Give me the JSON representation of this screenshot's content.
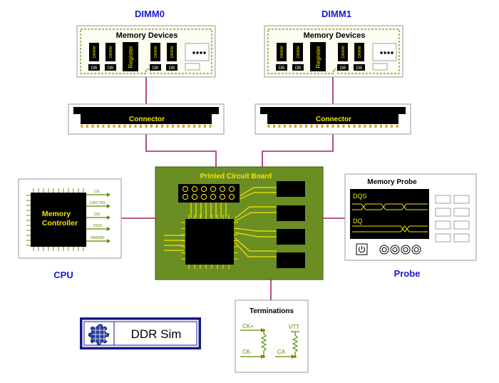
{
  "dimm0": {
    "title": "DIMM0",
    "memory_devices_label": "Memory Devices",
    "dram_label": "DRAM",
    "db_label": "DB",
    "register_label": "Register",
    "connector_label": "Connector"
  },
  "dimm1": {
    "title": "DIMM1",
    "memory_devices_label": "Memory Devices",
    "dram_label": "DRAM",
    "db_label": "DB",
    "register_label": "Register",
    "connector_label": "Connector"
  },
  "cpu": {
    "title": "CPU",
    "chip_label_line1": "Memory",
    "chip_label_line2": "Controller",
    "signals": [
      "CK",
      "CA/CTRL",
      "DQ",
      "DQS",
      "DM/DBI"
    ]
  },
  "pcb": {
    "title": "Printed Circuit Board"
  },
  "probe": {
    "title": "Probe",
    "panel_title": "Memory Probe",
    "dqs_label": "DQS",
    "dq_label": "DQ"
  },
  "terminations": {
    "title": "Terminations",
    "ck_plus": "CK+",
    "ck_minus": "CK-",
    "vtt": "VTT",
    "ca": "CA"
  },
  "logo": {
    "text": "DDR Sim"
  },
  "colors": {
    "title_blue": "#1a1ad0",
    "wire_magenta": "#a0206e",
    "pcb_green": "#6b8e23",
    "trace_yellow": "#f3e500",
    "signal_green": "#5a8a00",
    "module_beige": "#fdfdf2",
    "dashed_green": "#6b8e23",
    "pin_gold": "#e0a000"
  }
}
